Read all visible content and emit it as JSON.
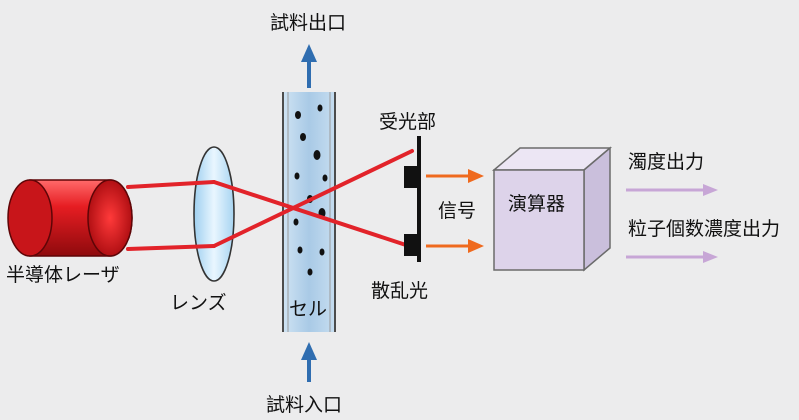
{
  "labels": {
    "sample_outlet": "試料出口",
    "sample_inlet": "試料入口",
    "receiver": "受光部",
    "turbidity_output": "濁度出力",
    "particle_output": "粒子個数濃度出力",
    "processor": "演算器",
    "signal": "信号",
    "laser": "半導体レーザ",
    "lens": "レンズ",
    "cell": "セル",
    "scattered_light": "散乱光"
  },
  "colors": {
    "background": "#ececed",
    "laser_body": "#d9161b",
    "beam": "#e2232a",
    "flow_arrow": "#2f6db0",
    "signal_arrow": "#ef6a1e",
    "output_arrow": "#c7a6d6",
    "cell_fill": "#b9d4ea",
    "processor_fill": "#ddd3ea"
  }
}
